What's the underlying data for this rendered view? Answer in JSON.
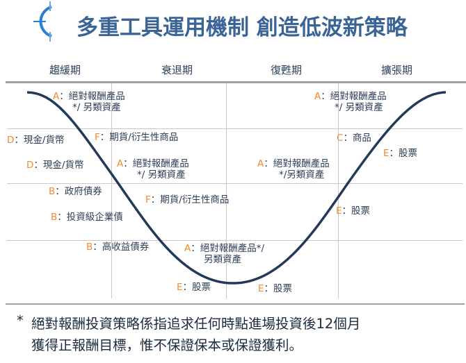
{
  "title": "多重工具運用機制 創造低波新策略",
  "phases": [
    "趨緩期",
    "衰退期",
    "復甦期",
    "擴張期"
  ],
  "colors": {
    "title": "#3a6396",
    "curve": "#23395a",
    "key": "#f08a30"
  },
  "labels": [
    {
      "k": "A",
      "t": "：絕對報酬產品",
      "t2": "*/ 另類資產"
    },
    {
      "k": "D",
      "t": "：現金/貨幣"
    },
    {
      "k": "F",
      "t": "：期貨/衍生性商品"
    },
    {
      "k": "D",
      "t": "：現金/貨幣"
    },
    {
      "k": "A",
      "t": "：絕對報酬產品",
      "t2": "*/ 另類資產"
    },
    {
      "k": "B",
      "t": "：政府債券"
    },
    {
      "k": "F",
      "t": "：期貨/衍生性商品"
    },
    {
      "k": "B",
      "t": "：投資級企業債"
    },
    {
      "k": "B",
      "t": "：高收益債券"
    },
    {
      "k": "A",
      "t": "：絕對報酬產品*/",
      "t2": "另類資產"
    },
    {
      "k": "E",
      "t": "：股票"
    },
    {
      "k": "E",
      "t": "：股票"
    },
    {
      "k": "A",
      "t": "：絕對報酬產品",
      "t2": "*/另類資產"
    },
    {
      "k": "A",
      "t": "：絕對報酬產品",
      "t2": "*/ 另類資產"
    },
    {
      "k": "C",
      "t": "：商品"
    },
    {
      "k": "E",
      "t": "：股票"
    },
    {
      "k": "E",
      "t": "：股票"
    }
  ],
  "footnote": {
    "mark": "*",
    "line1": "絕對報酬投資策略係指追求任何時點進場投資後12個月",
    "line2": "獲得正報酬目標，惟不保證保本或保證獲利。"
  }
}
